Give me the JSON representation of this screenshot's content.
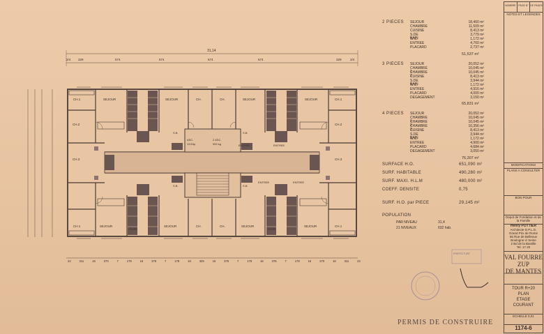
{
  "plan": {
    "overall_dimension": "31,14",
    "top_dimensions": [
      "2/4",
      "329",
      "574",
      "574",
      "574",
      "574",
      "329",
      "2/4"
    ],
    "bottom_dimensions": [
      "22",
      "311",
      "16",
      "370",
      "7",
      "179",
      "16",
      "376",
      "7",
      "178",
      "16",
      "329",
      "16",
      "376",
      "7",
      "178",
      "16",
      "376",
      "7",
      "178",
      "16",
      "370",
      "16",
      "311",
      "22"
    ],
    "rooms_top": [
      "CH.1",
      "SEJOUR",
      "SEJOUR",
      "CH.",
      "CH.",
      "SEJOUR",
      "SEJOUR",
      "CH.1"
    ],
    "rooms_bottom": [
      "CH.1",
      "SEJOUR",
      "CUIS.",
      "SEJOUR",
      "CH.",
      "CH.",
      "SEJOUR",
      "CUIS.",
      "SEJOUR",
      "CH.1"
    ],
    "left_rooms": [
      "CH.2",
      "CH.3",
      "CH.3",
      "CH.2"
    ],
    "center_labels": [
      "ASC.",
      "12/16p",
      "2 ASC.",
      "900 kg",
      "ENTREE",
      "ENTREE",
      "ENTREE",
      "ENTREE",
      "S.B.",
      "S.B.",
      "S.B.",
      "S.B."
    ]
  },
  "areas": {
    "two_rooms": {
      "heading": "2 PIECES",
      "rows": [
        [
          "SEJOUR",
          "18,460 m²"
        ],
        [
          "CHAMBRE",
          "11,509 m²"
        ],
        [
          "CUISINE",
          "8,413 m²"
        ],
        [
          "S.DE BAIN",
          "3,779 m²"
        ],
        [
          "W.C.",
          "1,172 m²"
        ],
        [
          "ENTREE",
          "4,760 m²"
        ],
        [
          "PLACARD",
          "2,737 m²"
        ]
      ],
      "total": "51,537 m²"
    },
    "three_rooms": {
      "heading": "3 PIECES",
      "rows": [
        [
          "SEJOUR",
          "20,052 m²"
        ],
        [
          "CHAMBRE 1",
          "10,045 m²"
        ],
        [
          "CHAMBRE 2",
          "10,045 m²"
        ],
        [
          "CUISINE",
          "8,413 m²"
        ],
        [
          "S.DE BAIN",
          "3,944 m²"
        ],
        [
          "W.C.",
          "1,172 m²"
        ],
        [
          "ENTREE",
          "4,916 m²"
        ],
        [
          "PLACARD",
          "4,000 m²"
        ],
        [
          "DEGAGEMENT",
          "3,150 m²"
        ]
      ],
      "total": "65,831 m²"
    },
    "four_rooms": {
      "heading": "4 PIECES",
      "rows": [
        [
          "SEJOUR",
          "20,052 m²"
        ],
        [
          "CHAMBRE 1",
          "10,045 m²"
        ],
        [
          "CHAMBRE 2",
          "10,045 m²"
        ],
        [
          "CHAMBRE 3",
          "10,356 m²"
        ],
        [
          "CUISINE",
          "8,413 m²"
        ],
        [
          "S.DE BAIN",
          "3,944 m²"
        ],
        [
          "W.C.",
          "1,172 m²"
        ],
        [
          "ENTREE",
          "4,900 m²"
        ],
        [
          "PLACARD",
          "4,684 m²"
        ],
        [
          "DEGAGEMENT",
          "3,050 m²"
        ]
      ],
      "total": "76,307 m²"
    },
    "summary": [
      [
        "SURFACE H.O.",
        "651,090 m²"
      ],
      [
        "SURF. HABITABLE",
        "490,280 m²"
      ],
      [
        "SURF. MAXI. H.L.M",
        "480,000 m²"
      ],
      [
        "COEFF. DENSITE",
        "0,75"
      ],
      [
        "SURF. H.O. par PIECE",
        "29,145 m²"
      ]
    ],
    "population": {
      "label": "POPULATION",
      "rows": [
        [
          "PAR NIVEAU",
          "31,4"
        ],
        [
          "21 NIVEAUX",
          "632 hab."
        ]
      ]
    }
  },
  "title_block": {
    "top": [
      "NOMBRE",
      "PAGE N°",
      "DE PAGES"
    ],
    "notes": "NOTES ET LEGENDES",
    "modifications": "MODIFICATIONS",
    "plans_consult": "PLANS A CONSULTER",
    "bon_pour": "BON POUR",
    "authority": "Depot de Fondation et de la Famille",
    "architect_name": "Henry POTTIER",
    "architect_lines": [
      "Architecte D.P.L.G.",
      "Grand Prix de Rome",
      "65 Rue de Bellevue",
      "Boulogne s/ Seine"
    ],
    "architect_lines2": [
      "2 Bd de la Bastille",
      "Tel. 17.20"
    ],
    "project": [
      "VAL FOURRE",
      "ZUP",
      "DE MANTES"
    ],
    "drawing": [
      "TOUR R+20",
      "PLAN",
      "ETAGE",
      "COURANT"
    ],
    "scale": "ECHELLE 0,01",
    "sheet_number": "1174-6"
  },
  "stamp": "PERMIS DE CONSTRUIRE",
  "seal_text": "PREFECTURE"
}
